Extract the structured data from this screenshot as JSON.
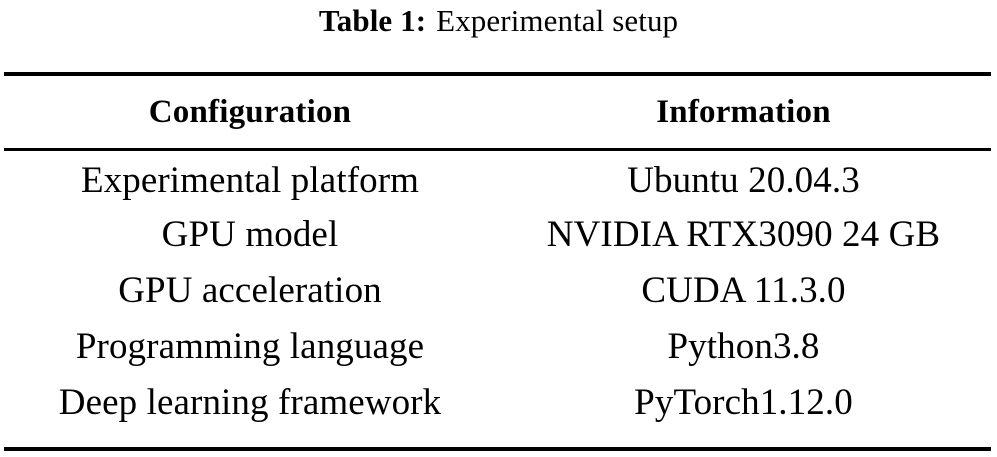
{
  "caption": {
    "label": "Table 1:",
    "text": "Experimental setup"
  },
  "table": {
    "headers": [
      "Configuration",
      "Information"
    ],
    "rows": [
      {
        "configuration": "Experimental platform",
        "information": "Ubuntu 20.04.3"
      },
      {
        "configuration": "GPU model",
        "information": "NVIDIA RTX3090 24 GB"
      },
      {
        "configuration": "GPU acceleration",
        "information": "CUDA 11.3.0"
      },
      {
        "configuration": "Programming language",
        "information": "Python3.8"
      },
      {
        "configuration": "Deep learning framework",
        "information": "PyTorch1.12.0"
      }
    ]
  },
  "style": {
    "text_color": "#000000",
    "background_color": "#ffffff",
    "rule_color": "#000000"
  }
}
